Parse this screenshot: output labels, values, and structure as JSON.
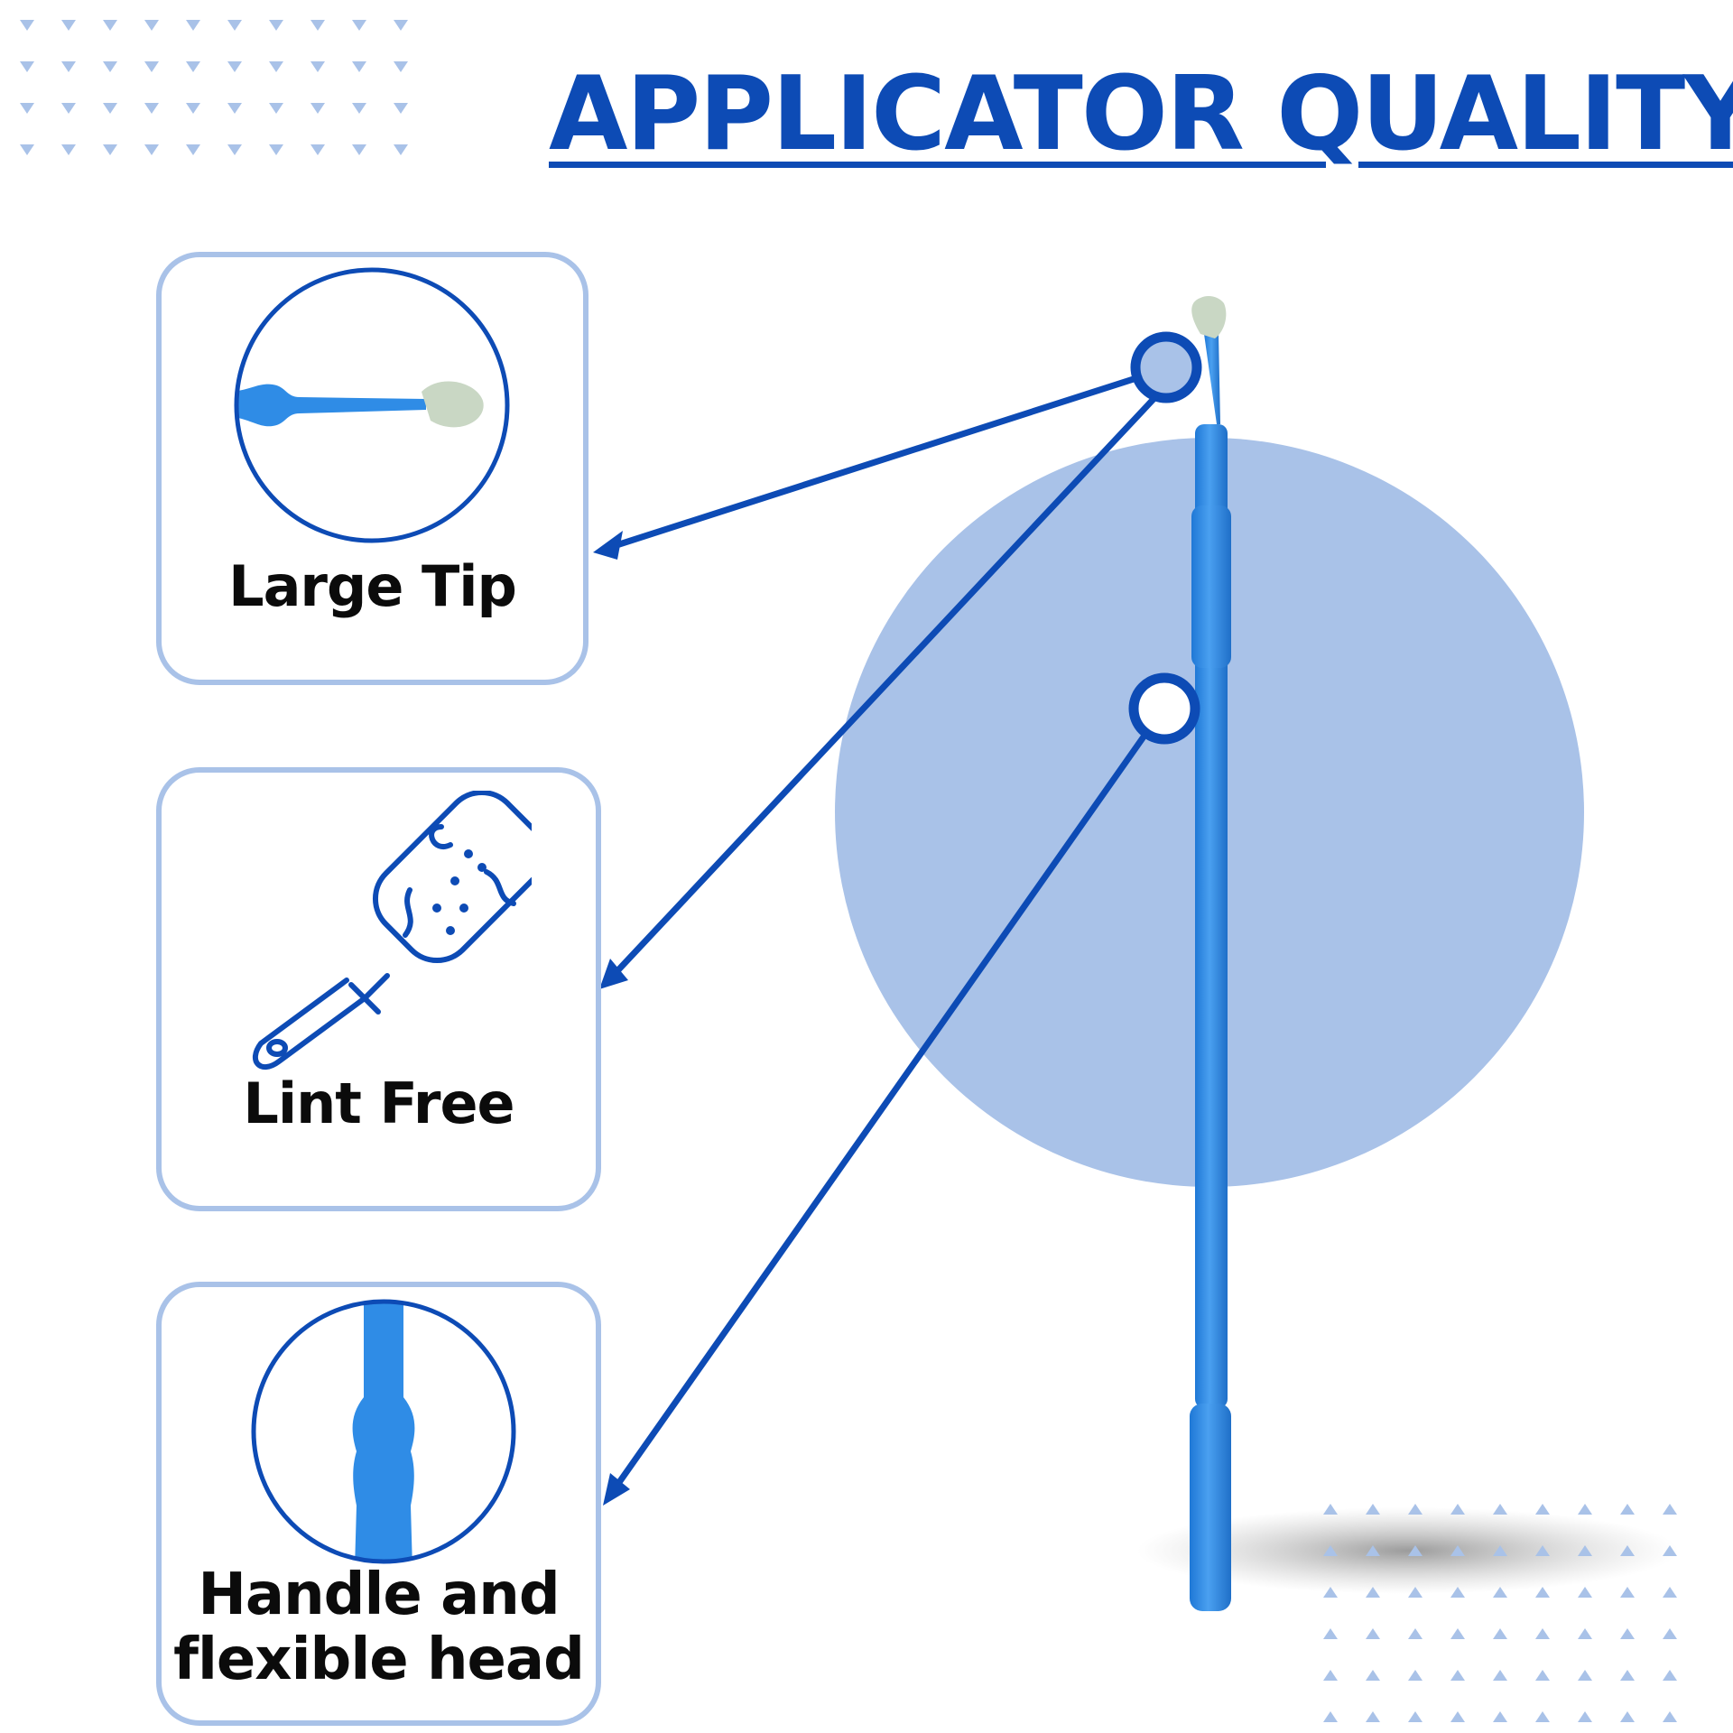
{
  "title": "APPLICATOR QUALITY",
  "features": [
    {
      "label": "Large Tip"
    },
    {
      "label": "Lint Free"
    },
    {
      "label_line1": "Handle and",
      "label_line2": "flexible head"
    }
  ],
  "colors": {
    "primary": "#0D4BB5",
    "light_blue": "#A9C2E8",
    "applicator": "#2F8CE6",
    "tip": "#C9D7C4"
  },
  "icons": [
    "large-tip-icon",
    "lint-roller-icon",
    "handle-closeup-icon"
  ]
}
